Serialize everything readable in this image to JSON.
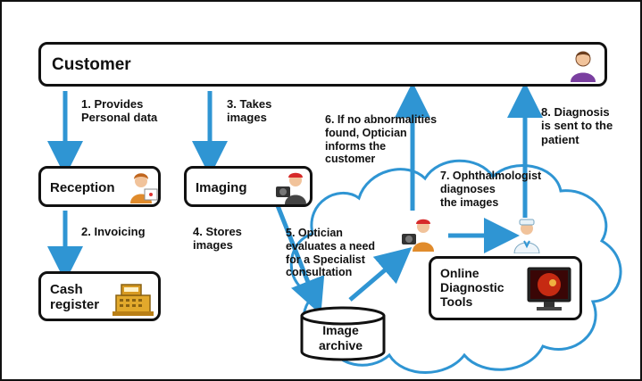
{
  "nodes": {
    "customer": "Customer",
    "reception": "Reception",
    "imaging": "Imaging",
    "cash_register": "Cash\nregister",
    "image_archive": "Image\narchive",
    "online_tools": "Online\nDiagnostic\nTools"
  },
  "steps": {
    "s1": "1. Provides\nPersonal data",
    "s2": "2. Invoicing",
    "s3": "3. Takes\nimages",
    "s4": "4. Stores\nimages",
    "s5": "5. Optician\nevaluates a need\nfor a Specialist\nconsultation",
    "s6": "6. If no abnormalities\nfound, Optician\ninforms the\ncustomer",
    "s7": "7. Ophthalmologist\ndiagnoses\nthe images",
    "s8": "8. Diagnosis\nis sent to the\npatient"
  },
  "icons": [
    "person-icon",
    "receptionist-icon",
    "camera-operator-icon",
    "cash-register-icon",
    "optician-camera-icon",
    "doctor-icon",
    "monitor-icon"
  ],
  "colors": {
    "arrow": "#2f95d3",
    "border": "#111111",
    "cloud": "#ffffff"
  }
}
